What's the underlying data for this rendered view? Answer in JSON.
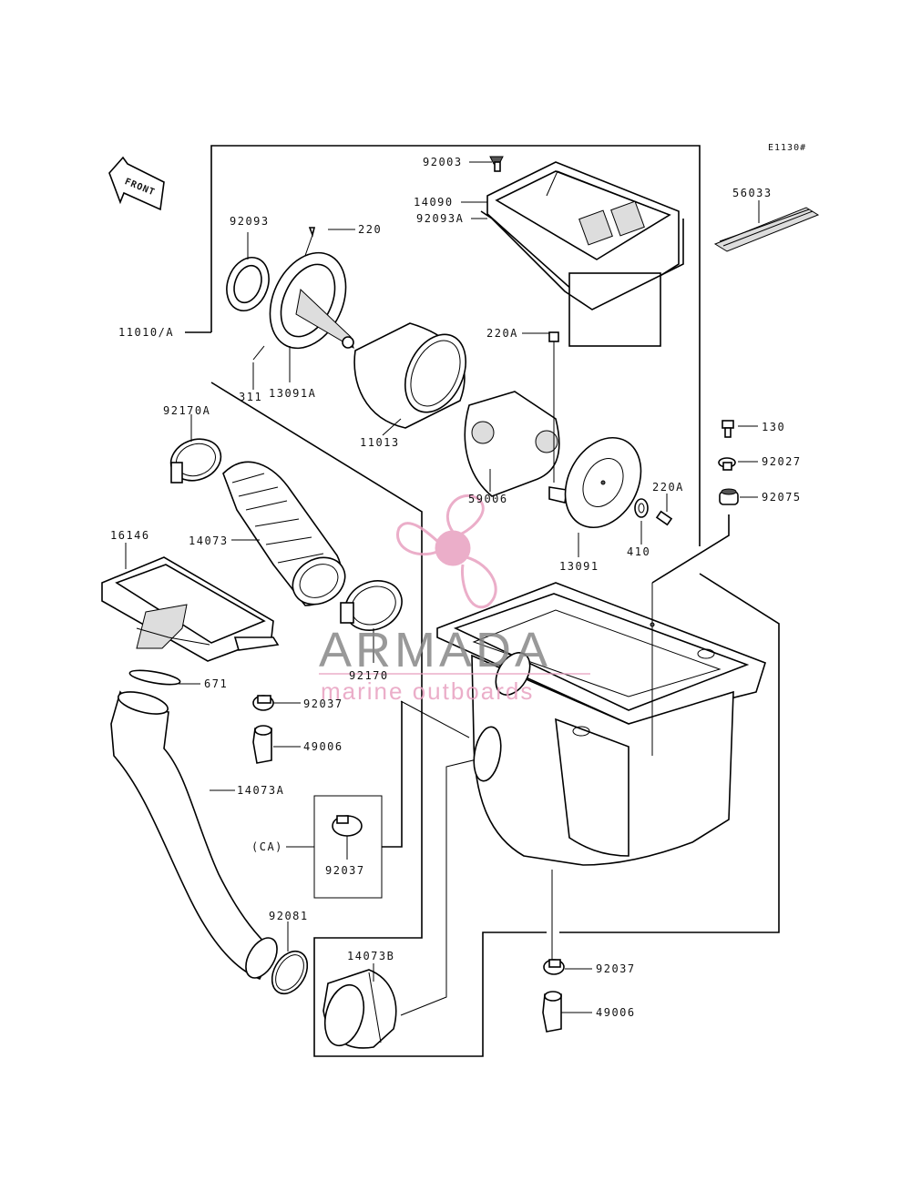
{
  "diagram_code": "E1130#",
  "front_label": "FRONT",
  "watermark": {
    "brand": "ARMADA",
    "tagline": "marine outboards",
    "brand_color": "#888888",
    "accent_color": "#e8a0c0"
  },
  "part_labels": {
    "p92003": "92003",
    "p14090": "14090",
    "p92093A": "92093A",
    "p56033": "56033",
    "p92093": "92093",
    "p220": "220",
    "p11010A": "11010/A",
    "p311": "311",
    "p13091A": "13091A",
    "p11013": "11013",
    "p220A_top": "220A",
    "p92170A": "92170A",
    "p59006": "59006",
    "p130": "130",
    "p92027": "92027",
    "p92075": "92075",
    "p220A_side": "220A",
    "p410": "410",
    "p13091": "13091",
    "p16146": "16146",
    "p14073": "14073",
    "p671": "671",
    "p92170": "92170",
    "p92037_a": "92037",
    "p49006_a": "49006",
    "p14073A": "14073A",
    "pCA": "(CA)",
    "p92037_ca": "92037",
    "p92081": "92081",
    "p14073B": "14073B",
    "p92037_b": "92037",
    "p49006_b": "49006"
  }
}
